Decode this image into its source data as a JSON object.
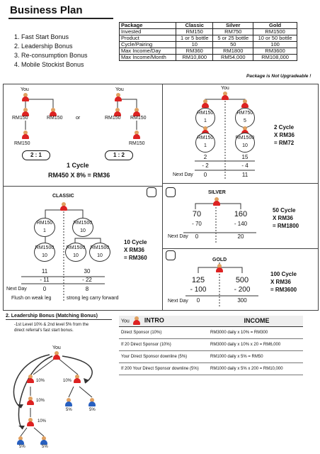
{
  "header": {
    "title": "Business Plan",
    "bonuses": [
      "1. Fast Start Bonus",
      "2. Leadership Bonus",
      "3. Re-consumption Bonus",
      "4. Mobile Stockist Bonus"
    ]
  },
  "package_table": {
    "columns": [
      "Package",
      "Classic",
      "Silver",
      "Gold"
    ],
    "rows": [
      [
        "Invested",
        "RM150",
        "RM750",
        "RM1500"
      ],
      [
        "Product",
        "1 or 5 bottle",
        "5 or 25 bottle",
        "10 or 50 bottle"
      ],
      [
        "Cycle/Pairing",
        "10",
        "50",
        "100"
      ],
      [
        "Max Income/Day",
        "RM360",
        "RM1800",
        "RM3600"
      ],
      [
        "Max Income/Month",
        "RM10,800",
        "RM54,000",
        "RM108,000"
      ]
    ],
    "note": "Package is Not Upgradeable !"
  },
  "cycle_section": {
    "you": "You",
    "or": "or",
    "node_rm150": "RM150",
    "ratio_a": "2 : 1",
    "ratio_b": "1 : 2",
    "one_cycle": "1 Cycle",
    "formula": "RM450 X 8% = RM36"
  },
  "two_cycle": {
    "you": "You",
    "left_top": "RM150",
    "left_top_n": "1",
    "left_bot": "RM150",
    "left_bot_n": "1",
    "right_top": "RM750",
    "right_top_n": "5",
    "right_bot": "RM1500",
    "right_bot_n": "10",
    "left_total": "2",
    "left_minus": "- 2",
    "left_next": "0",
    "right_total": "15",
    "right_minus": "- 4",
    "right_next": "11",
    "next_day": "Next Day",
    "result": [
      "2 Cycle",
      "X RM36",
      "= RM72"
    ]
  },
  "classic": {
    "title": "CLASSIC",
    "left_top": "RM150",
    "left_top_n": "1",
    "left_bot": "RM1500",
    "left_bot_n": "10",
    "right_top": "RM1500",
    "right_top_n": "10",
    "right_bot_a": "RM1500",
    "right_bot_a_n": "10",
    "right_bot_b": "RM1500",
    "right_bot_b_n": "10",
    "left_total": "11",
    "left_minus": "- 11",
    "left_next": "0",
    "right_total": "30",
    "right_minus": "- 22",
    "right_next": "8",
    "next_day": "Next Day",
    "flush_note": "Flush on weak leg",
    "carry_note": "strong leg carry forward",
    "result": [
      "10 Cycle",
      "X RM36",
      "= RM360"
    ]
  },
  "silver": {
    "title": "SILVER",
    "left": "70",
    "left_minus": "- 70",
    "left_next": "0",
    "right": "160",
    "right_minus": "- 140",
    "right_next": "20",
    "next_day": "Next Day",
    "result": [
      "50 Cycle",
      "X RM36",
      "= RM1800"
    ]
  },
  "gold": {
    "title": "GOLD",
    "left": "125",
    "left_minus": "- 100",
    "left_next": "0",
    "right": "500",
    "right_minus": "- 200",
    "right_next": "300",
    "next_day": "Next Day",
    "result": [
      "100 Cycle",
      "X RM36",
      "= RM3600"
    ]
  },
  "leadership": {
    "title": "2. Leadership Bonus (Matching Bonus)",
    "desc_1": "-1st Level 10% & 2nd level 5% from the",
    "desc_2": "direct referral's fast start bonus.",
    "you": "You",
    "pct_10": "10%",
    "pct_5": "5%"
  },
  "income_table": {
    "you": "You",
    "col_intro": "INTRO",
    "col_income": "INCOME",
    "rows": [
      [
        "Direct Sponsor (10%)",
        "RM3000 daily x 10% = RM300"
      ],
      [
        "If 20 Direct Sponsor (10%)",
        "RM3000 daily x 10% x 20 = RM6,000"
      ],
      [
        "Your Direct Sponsor downline (5%)",
        "RM1000 daily x 5% = RM50"
      ],
      [
        "If 200 Your Direct Sponsor downline (5%)",
        "RM1000 daily x 5% x 200 = RM10,000"
      ]
    ]
  }
}
